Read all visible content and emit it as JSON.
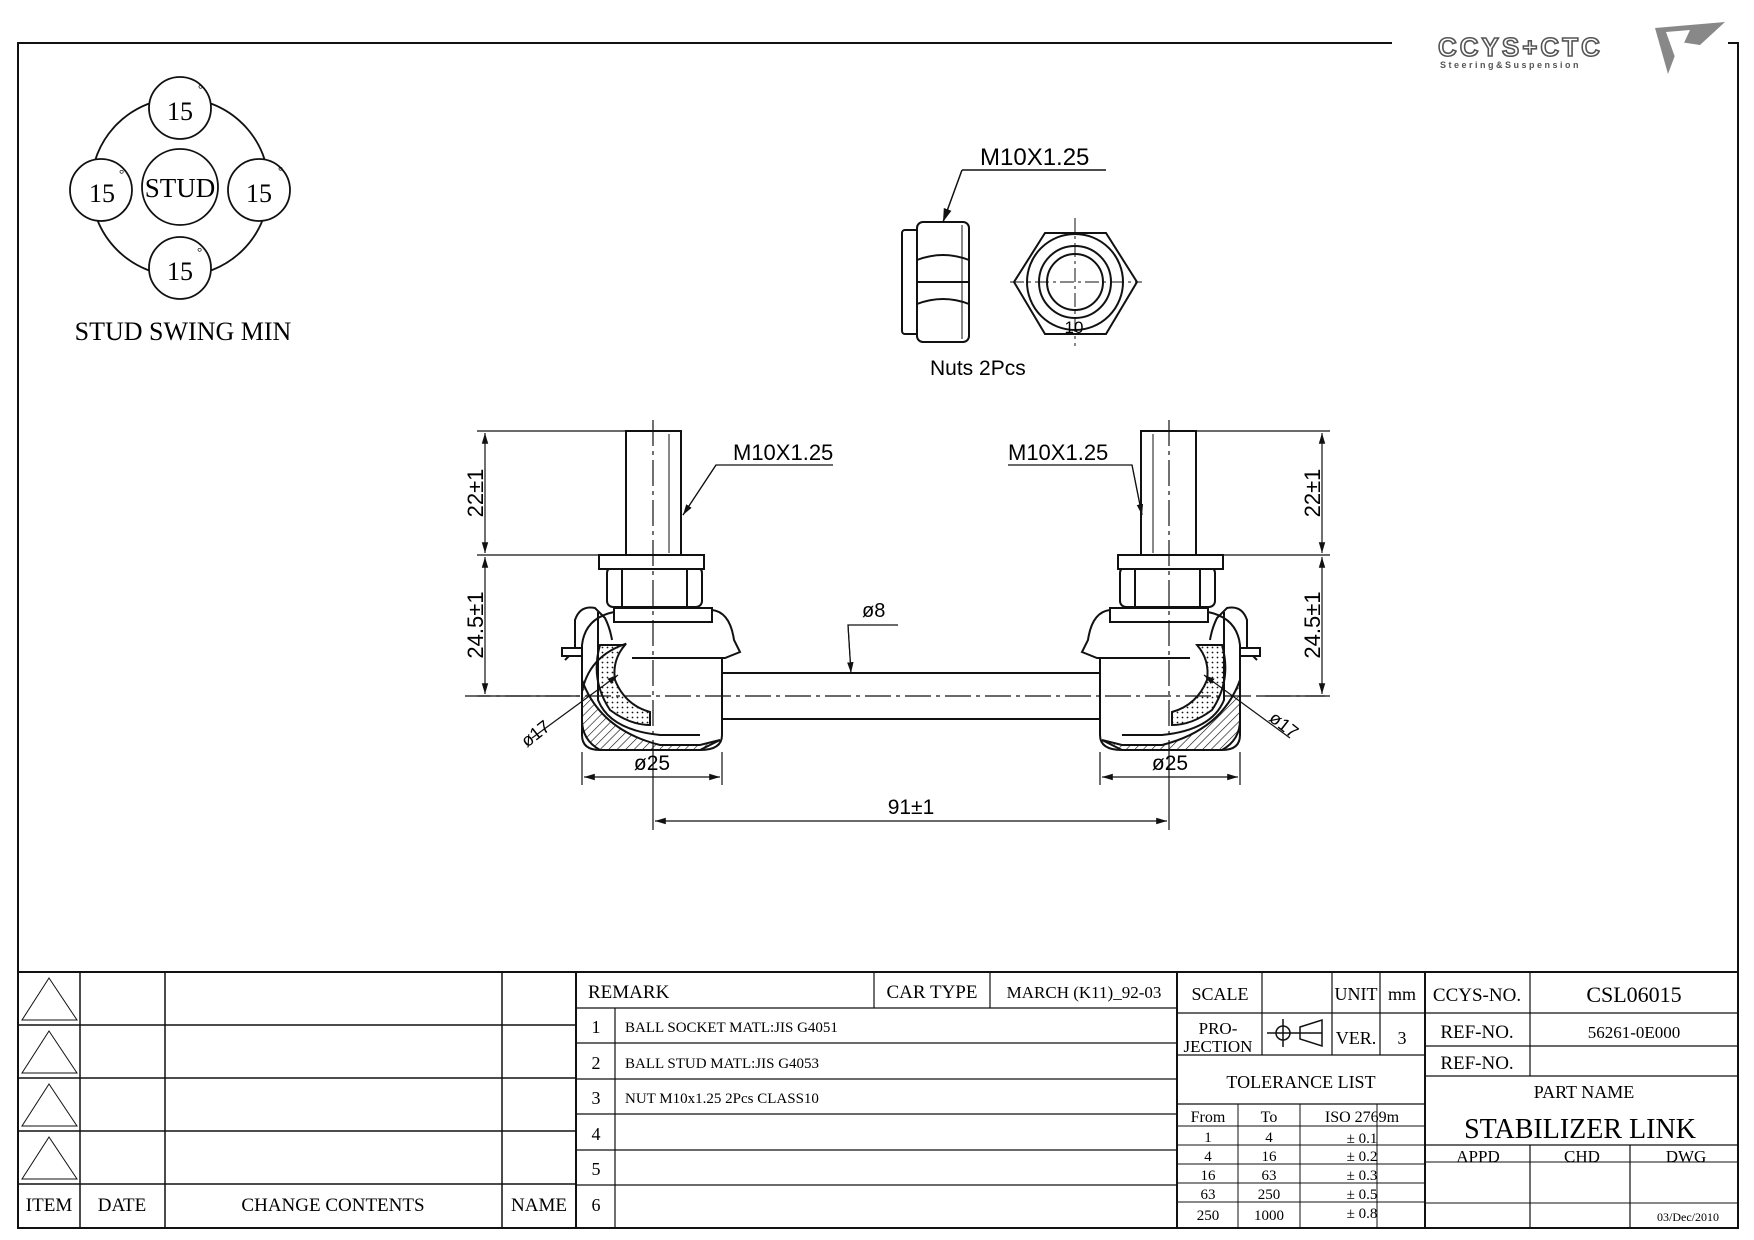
{
  "logo": {
    "brand": "CCYS+CTC",
    "tagline": "Steering&Suspension"
  },
  "swing": {
    "center": "STUD",
    "angles": [
      "15",
      "15",
      "15",
      "15"
    ],
    "degree": "°",
    "caption": "STUD SWING MIN"
  },
  "nut": {
    "thread": "M10X1.25",
    "size": "10",
    "caption": "Nuts  2Pcs"
  },
  "dims": {
    "thread_left": "M10X1.25",
    "thread_right": "M10X1.25",
    "stud_len_left": "22±1",
    "stud_len_right": "22±1",
    "height_left": "24.5±1",
    "height_right": "24.5±1",
    "rod_dia": "ø8",
    "ball_left": "ø17",
    "ball_right": "ø17",
    "housing_left": "ø25",
    "housing_right": "ø25",
    "center_dist": "91±1"
  },
  "revision": {
    "headers": {
      "item": "ITEM",
      "date": "DATE",
      "contents": "CHANGE CONTENTS",
      "name": "NAME"
    }
  },
  "remarks": {
    "header": "REMARK",
    "car_type_label": "CAR TYPE",
    "car_type": "MARCH (K11)_92-03",
    "rows": [
      {
        "no": "1",
        "text": "BALL SOCKET MATL:JIS G4051"
      },
      {
        "no": "2",
        "text": "BALL STUD MATL:JIS G4053"
      },
      {
        "no": "3",
        "text": "NUT M10x1.25 2Pcs CLASS10"
      },
      {
        "no": "4",
        "text": ""
      },
      {
        "no": "5",
        "text": ""
      },
      {
        "no": "6",
        "text": ""
      }
    ]
  },
  "spec": {
    "scale_label": "SCALE",
    "scale": "",
    "unit_label": "UNIT",
    "unit": "mm",
    "projection_label_1": "PRO-",
    "projection_label_2": "JECTION",
    "ver_label": "VER.",
    "ver": "3",
    "tolerance_title": "TOLERANCE LIST",
    "tol_headers": [
      "From",
      "To",
      "ISO 2769m"
    ],
    "tolerances": [
      {
        "from": "1",
        "to": "4",
        "tol": "± 0.1"
      },
      {
        "from": "4",
        "to": "16",
        "tol": "± 0.2"
      },
      {
        "from": "16",
        "to": "63",
        "tol": "± 0.3"
      },
      {
        "from": "63",
        "to": "250",
        "tol": "± 0.5"
      },
      {
        "from": "250",
        "to": "1000",
        "tol": "± 0.8"
      }
    ]
  },
  "title_block": {
    "ccys_label": "CCYS-NO.",
    "ccys_no": "CSL06015",
    "ref_label": "REF-NO.",
    "ref_no": "56261-0E000",
    "ref_label_2": "REF-NO.",
    "ref_no_2": "",
    "part_name_label": "PART NAME",
    "part_name": "STABILIZER LINK",
    "appd": "APPD",
    "chd": "CHD",
    "dwg": "DWG",
    "date": "03/Dec/2010"
  }
}
